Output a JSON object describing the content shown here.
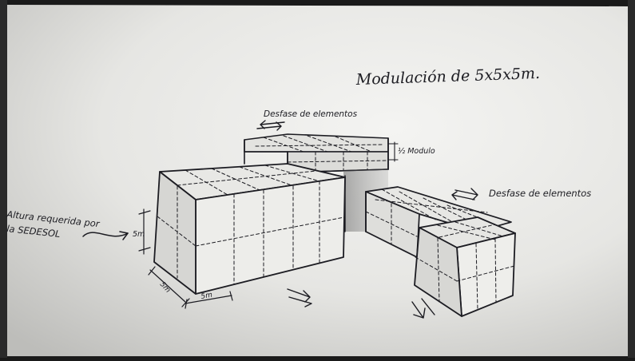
{
  "title": "Modulación de 5x5x5m.",
  "annotations": {
    "desfase_top": "Desfase de elementos",
    "half_module": "½ Modulo",
    "desfase_right": "Desfase de elementos",
    "altura_line1": "Altura requerida por",
    "altura_line2": "la SEDESOL",
    "dim_height": "5m",
    "dim_depth": "5m",
    "dim_width": "5m"
  },
  "colors": {
    "paper_light": "#f2f2f0",
    "paper_shadow": "#c9c9c6",
    "ink": "#1c1c22",
    "frame": "#1a1a1a"
  },
  "icons": [
    "double-arrow-icon",
    "curved-arrow-icon"
  ]
}
